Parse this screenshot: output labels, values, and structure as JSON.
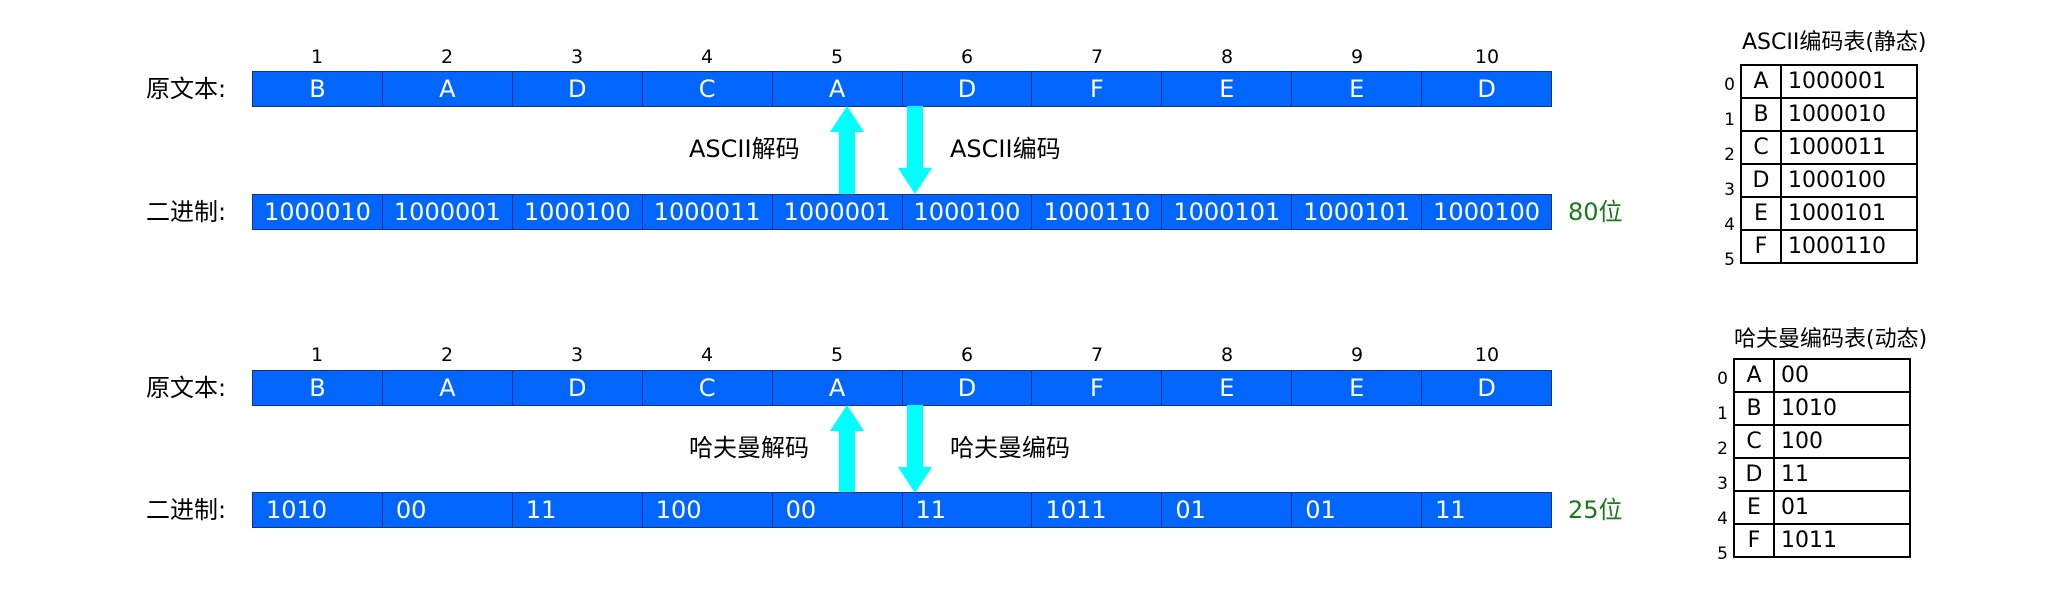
{
  "colors": {
    "bar": "#0066ff",
    "arrow": "#00ffff",
    "bits_label": "#1a7a1a"
  },
  "indices": [
    "1",
    "2",
    "3",
    "4",
    "5",
    "6",
    "7",
    "8",
    "9",
    "10"
  ],
  "ascii_section": {
    "text_label": "原文本:",
    "text": [
      "B",
      "A",
      "D",
      "C",
      "A",
      "D",
      "F",
      "E",
      "E",
      "D"
    ],
    "binary_label": "二进制:",
    "binary": [
      "1000010",
      "1000001",
      "1000100",
      "1000011",
      "1000001",
      "1000100",
      "1000110",
      "1000101",
      "1000101",
      "1000100"
    ],
    "bits": "80位",
    "decode_label": "ASCII解码",
    "encode_label": "ASCII编码"
  },
  "huffman_section": {
    "text_label": "原文本:",
    "text": [
      "B",
      "A",
      "D",
      "C",
      "A",
      "D",
      "F",
      "E",
      "E",
      "D"
    ],
    "binary_label": "二进制:",
    "binary": [
      "1010",
      "00",
      "11",
      "100",
      "00",
      "11",
      "1011",
      "01",
      "01",
      "11"
    ],
    "bits": "25位",
    "decode_label": "哈夫曼解码",
    "encode_label": "哈夫曼编码"
  },
  "ascii_table": {
    "title": "ASCII编码表(静态)",
    "rows": [
      {
        "i": "0",
        "ch": "A",
        "code": "1000001"
      },
      {
        "i": "1",
        "ch": "B",
        "code": "1000010"
      },
      {
        "i": "2",
        "ch": "C",
        "code": "1000011"
      },
      {
        "i": "3",
        "ch": "D",
        "code": "1000100"
      },
      {
        "i": "4",
        "ch": "E",
        "code": "1000101"
      },
      {
        "i": "5",
        "ch": "F",
        "code": "1000110"
      }
    ]
  },
  "huffman_table": {
    "title": "哈夫曼编码表(动态)",
    "rows": [
      {
        "i": "0",
        "ch": "A",
        "code": "00"
      },
      {
        "i": "1",
        "ch": "B",
        "code": "1010"
      },
      {
        "i": "2",
        "ch": "C",
        "code": "100"
      },
      {
        "i": "3",
        "ch": "D",
        "code": "11"
      },
      {
        "i": "4",
        "ch": "E",
        "code": "01"
      },
      {
        "i": "5",
        "ch": "F",
        "code": "1011"
      }
    ]
  }
}
